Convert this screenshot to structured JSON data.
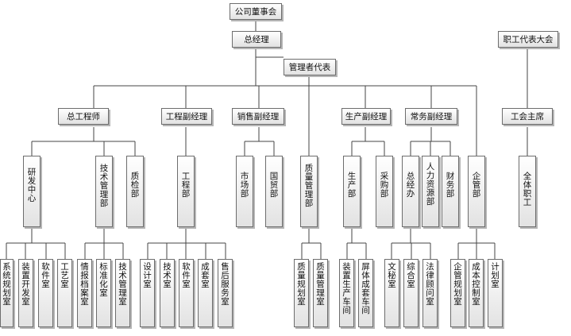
{
  "org_chart": {
    "board": "公司董事会",
    "gm": "总经理",
    "management_rep": "管理者代表",
    "workers_congress": "职工代表大会",
    "union_chair": "工会主席",
    "all_staff": "全体职工",
    "chief_engineer": "总工程师",
    "deputy_engineering": "工程副经理",
    "deputy_sales": "销售副经理",
    "deputy_production": "生产副经理",
    "deputy_business": "常务副经理",
    "dept_rd": "研发中心",
    "dept_tech_mgmt": "技术管理部",
    "dept_qc": "质检部",
    "dept_engineering": "工程部",
    "dept_market": "市场部",
    "dept_trade": "国贸部",
    "dept_quality_mgmt": "质量管理部",
    "dept_production": "生产部",
    "dept_purchasing": "采购部",
    "dept_gm_office": "总经办",
    "dept_hr": "人力资源部",
    "dept_finance": "财务部",
    "dept_enterprise_mgmt": "企管部",
    "off_system_planning": "系统规划室",
    "off_equipment_dev": "装置开发室",
    "off_software": "软件室",
    "off_process": "工艺室",
    "off_info_archive": "情报档案室",
    "off_standardization": "标准化室",
    "off_tech_mgmt": "技术管理室",
    "off_design": "设计室",
    "off_technical": "技术室",
    "off_software_2": "软件室",
    "off_assembly": "成套室",
    "off_after_sales": "售后服务室",
    "off_quality_planning": "质量规划室",
    "off_quality_mgmt": "质量管理室",
    "off_device_workshop": "装置生产车间",
    "off_cabinet_workshop": "屏体成套车间",
    "off_secretarial": "文秘室",
    "off_general": "综合室",
    "off_legal": "法律顾问室",
    "off_enterprise_planning": "企管规划室",
    "off_cost_control": "成本控制室",
    "off_planning": "计划室"
  }
}
